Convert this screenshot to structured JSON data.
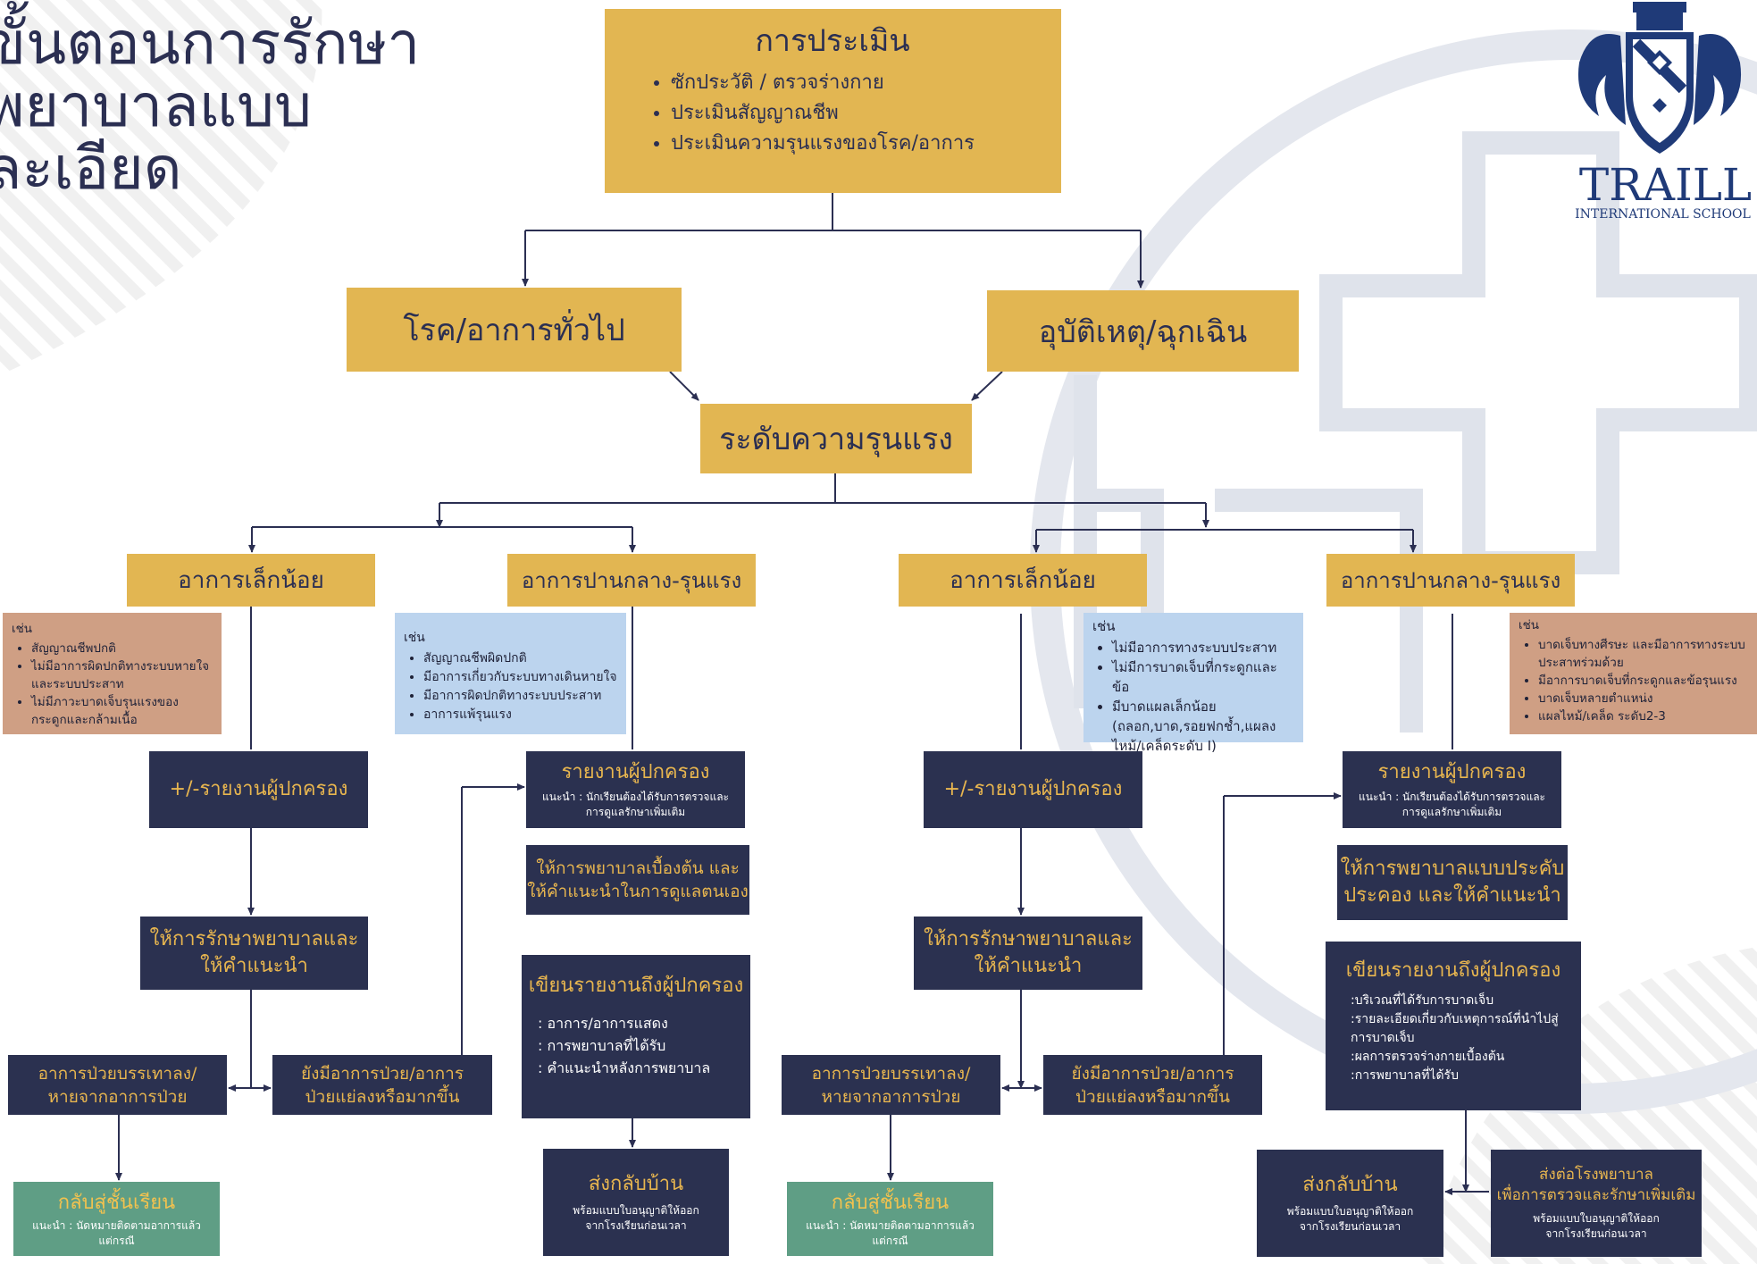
{
  "title": {
    "line1": "ขั้นตอนการรักษา",
    "line2": "พยาบาลแบบ",
    "line3": "ละเอียด"
  },
  "logo": {
    "name": "TRAILL",
    "subtitle": "INTERNATIONAL SCHOOL"
  },
  "colors": {
    "gold": "#e2b652",
    "navy": "#2b3150",
    "green": "#5f9e85",
    "tan": "#cf9f84",
    "blue": "#bcd4ee"
  },
  "assessment": {
    "title": "การประเมิน",
    "items": [
      "ซักประวัติ / ตรวจร่างกาย",
      "ประเมินสัญญาณชีพ",
      "ประเมินความรุนแรงของโรค/อาการ"
    ]
  },
  "general": "โรค/อาการทั่วไป",
  "emergency": "อุบัติเหตุ/ฉุกเฉิน",
  "severity": "ระดับความรุนแรง",
  "left": {
    "minor": {
      "label": "อาการเล็กน้อย",
      "note_title": "เช่น",
      "note_items": [
        "สัญญาณชีพปกติ",
        "ไม่มีอาการผิดปกติทางระบบหายใจและระบบประสาท",
        "ไม่มีภาวะบาดเจ็บรุนแรงของกระดูกและกล้ามเนื้อ"
      ],
      "report": "+/-รายงานผู้ปกครอง",
      "treat": [
        "ให้การรักษาพยาบาลและ",
        "ให้คำแนะนำ"
      ],
      "better": [
        "อาการป่วยบรรเทาลง/",
        "หายจากอาการป่วย"
      ],
      "worse": [
        "ยังมีอาการป่วย/อาการ",
        "ป่วยแย่ลงหรือมากขึ้น"
      ],
      "back_title": "กลับสู่ชั้นเรียน",
      "back_sub": [
        "แนะนำ : นัดหมายติดตามอาการแล้ว",
        "แต่กรณี"
      ]
    },
    "serious": {
      "label": "อาการปานกลาง-รุนแรง",
      "note_title": "เช่น",
      "note_items": [
        "สัญญาณชีพผิดปกติ",
        "มีอาการเกี่ยวกับระบบทางเดินหายใจ",
        "มีอาการผิดปกติทางระบบประสาท",
        "อาการแพ้รุนแรง"
      ],
      "report_title": "รายงานผู้ปกครอง",
      "report_sub": [
        "แนะนำ : นักเรียนต้องได้รับการตรวจและ",
        "การดูแลรักษาเพิ่มเติม"
      ],
      "first_aid": [
        "ให้การพยาบาลเบื้องต้น และ",
        "ให้คำแนะนำในการดูแลตนเอง"
      ],
      "write_title": "เขียนรายงานถึงผู้ปกครอง",
      "write_items": [
        ": อาการ/อาการแสดง",
        ": การพยาบาลที่ได้รับ",
        ": คำแนะนำหลังการพยาบาล"
      ],
      "home_title": "ส่งกลับบ้าน",
      "home_sub": [
        "พร้อมแบบใบอนุญาติให้ออก",
        "จากโรงเรียนก่อนเวลา"
      ]
    }
  },
  "right": {
    "minor": {
      "label": "อาการเล็กน้อย",
      "note_title": "เช่น",
      "note_items": [
        "ไม่มีอาการทางระบบประสาท",
        "ไม่มีการบาดเจ็บที่กระดูกและข้อ",
        "มีบาดแผลเล็กน้อย (ถลอก,บาด,รอยฟกช้ำ,แผลงไหม้/เคล็ดระดับ I)"
      ],
      "report": "+/-รายงานผู้ปกครอง",
      "treat": [
        "ให้การรักษาพยาบาลและ",
        "ให้คำแนะนำ"
      ],
      "better": [
        "อาการป่วยบรรเทาลง/",
        "หายจากอาการป่วย"
      ],
      "worse": [
        "ยังมีอาการป่วย/อาการ",
        "ป่วยแย่ลงหรือมากขึ้น"
      ],
      "back_title": "กลับสู่ชั้นเรียน",
      "back_sub": [
        "แนะนำ : นัดหมายติดตามอาการแล้ว",
        "แต่กรณี"
      ]
    },
    "serious": {
      "label": "อาการปานกลาง-รุนแรง",
      "note_title": "เช่น",
      "note_items": [
        "บาดเจ็บทางศีรษะ และมีอาการทางระบบประสาทร่วมด้วย",
        "มีอาการบาดเจ็บที่กระดูกและข้อรุนแรง",
        "บาดเจ็บหลายตำแหน่ง",
        "แผลไหม้/เคล็ด ระดับ2-3"
      ],
      "report_title": "รายงานผู้ปกครอง",
      "report_sub": [
        "แนะนำ : นักเรียนต้องได้รับการตรวจและ",
        "การดูแลรักษาเพิ่มเติม"
      ],
      "first_aid": [
        "ให้การพยาบาลแบบประคับ",
        "ประคอง และให้คำแนะนำ"
      ],
      "write_title": "เขียนรายงานถึงผู้ปกครอง",
      "write_items": [
        ":บริเวณที่ได้รับการบาดเจ็บ",
        ":รายละเอียดเกี่ยวกับเหตุการณ์ที่นำไปสู่การบาดเจ็บ",
        ":ผลการตรวจร่างกายเบื้องต้น",
        ":การพยาบาลที่ได้รับ"
      ],
      "home_title": "ส่งกลับบ้าน",
      "home_sub": [
        "พร้อมแบบใบอนุญาติให้ออก",
        "จากโรงเรียนก่อนเวลา"
      ],
      "hospital_title": [
        "ส่งต่อโรงพยาบาล",
        "เพื่อการตรวจและรักษาเพิ่มเติม"
      ],
      "hospital_sub": [
        "พร้อมแบบใบอนุญาติให้ออก",
        "จากโรงเรียนก่อนเวลา"
      ]
    }
  }
}
